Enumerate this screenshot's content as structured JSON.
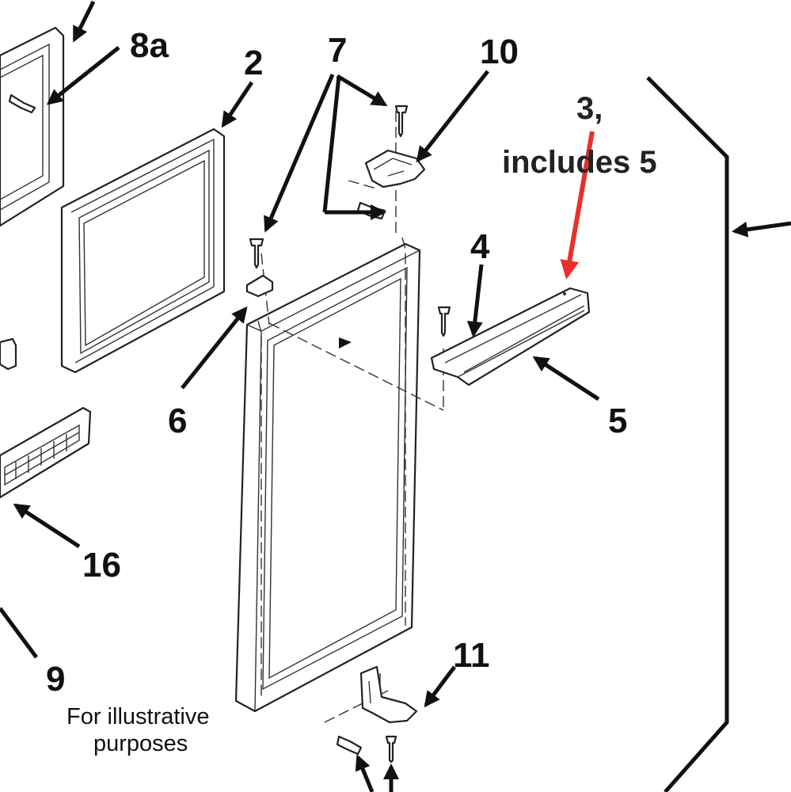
{
  "callouts": {
    "label_8a": "8a",
    "label_2": "2",
    "label_7": "7",
    "label_10": "10",
    "label_3_line1": "3,",
    "label_3_line2": "includes 5",
    "label_4": "4",
    "label_5": "5",
    "label_6": "6",
    "label_16": "16",
    "label_11": "11",
    "label_9": "9"
  },
  "note": {
    "line1": "For illustrative",
    "line2": "purposes"
  },
  "colors": {
    "highlight_arrow": "#e8302a",
    "ink": "#111111"
  }
}
